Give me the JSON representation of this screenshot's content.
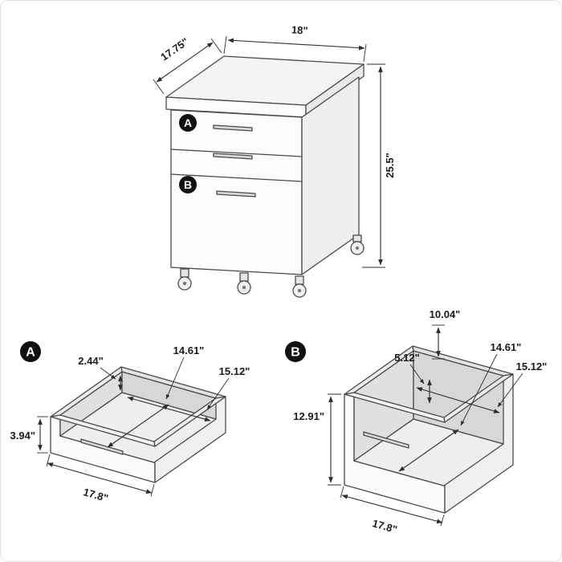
{
  "title": "3-drawer mobile file cabinet dimension diagram",
  "cabinet": {
    "marker_a": "A",
    "marker_b": "B",
    "dim_width": "18\"",
    "dim_depth": "17.75\"",
    "dim_height": "25.5\""
  },
  "drawer_a": {
    "marker": "A",
    "dim_inner_height": "2.44\"",
    "dim_depth": "14.61\"",
    "dim_inner_width": "15.12\"",
    "dim_front_height": "3.94\"",
    "dim_width": "17.8\""
  },
  "drawer_b": {
    "marker": "B",
    "dim_back_height": "10.04\"",
    "dim_inner_height": "5.12\"",
    "dim_depth": "14.61\"",
    "dim_inner_width": "15.12\"",
    "dim_front_height": "12.91\"",
    "dim_width": "17.8\""
  }
}
